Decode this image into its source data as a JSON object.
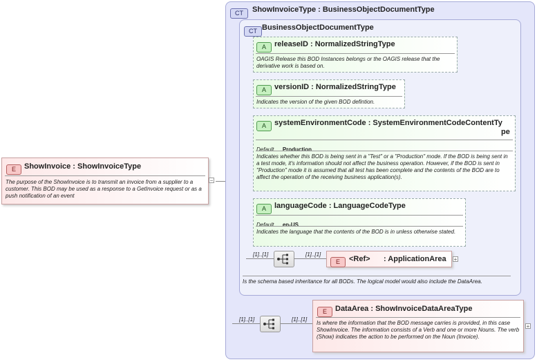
{
  "root": {
    "badge": "E",
    "title": "ShowInvoice : ShowInvoiceType",
    "description": "The purpose of the ShowInvoice is to transmit an invoice from a supplier to a customer. This BOD may be used as a response to a GetInvoice request or as a push notification of an event",
    "collapse": "−"
  },
  "outer_type": {
    "badge": "CT",
    "title": "ShowInvoiceType : BusinessObjectDocumentType"
  },
  "inner_type": {
    "badge": "CT",
    "title": "BusinessObjectDocumentType",
    "description": "Is the schema based inheritance for all BODs. The logical model would also include the DataArea."
  },
  "attributes": [
    {
      "badge": "A",
      "title": "releaseID : NormalizedStringType",
      "description": "OAGIS Release this BOD Instances belongs or the OAGIS release that the derivative work is based on."
    },
    {
      "badge": "A",
      "title": "versionID : NormalizedStringType",
      "description": "Indicates the version of the given BOD defintion."
    },
    {
      "badge": "A",
      "title_line1": "systemEnvironmentCode : SystemEnvironmentCodeContentTy",
      "title_line2": "pe",
      "default_label": "Default",
      "default_value": "Production",
      "description": "Indicates whether this BOD is being sent in a \"Test\" or a \"Production\" mode. If the BOD is being sent in a test mode, it's information should not affect the business operation. However, if the BOD is sent in \"Production\" mode it is assumed that all test has been complete and the contents of the BOD are to affect the operation of the receiving business application(s)."
    },
    {
      "badge": "A",
      "title": "languageCode : LanguageCodeType",
      "default_label": "Default",
      "default_value": "en-US",
      "description": "Indicates the language that the contents of the BOD is in unless otherwise stated."
    }
  ],
  "sequence1": {
    "mult_left": "[1]..[1]",
    "mult_right": "[1]..[1]",
    "element": {
      "badge": "E",
      "ref": "<Ref>",
      "title": ": ApplicationArea",
      "expand": "+"
    }
  },
  "sequence2": {
    "mult_left": "[1]..[1]",
    "mult_right": "[1]..[1]",
    "element": {
      "badge": "E",
      "title": "DataArea : ShowInvoiceDataAreaType",
      "description": "Is where the information that the BOD message carries is provided, in this case ShowInvoice. The information consists of a Verb and one or more Nouns. The verb (Show) indicates the action to be performed on the Noun (Invoice).",
      "expand": "+"
    }
  },
  "colors": {
    "outer_fill": "#e4e6fa",
    "outer_border": "#a6aad8",
    "inner_fill": "#eef0fb",
    "attr_fill": "#eafbe6",
    "element_fill": "#fde8e8"
  },
  "icons": {
    "sequence": "sequence-icon",
    "expand": "plus-icon",
    "collapse": "minus-icon"
  }
}
